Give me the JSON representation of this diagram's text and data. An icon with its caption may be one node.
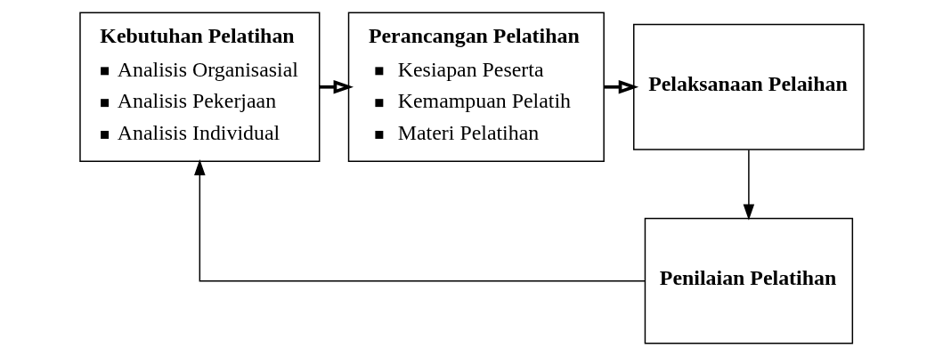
{
  "diagram": {
    "nodes": [
      {
        "text": [
          "Kebutuhan Pelatihan",
          "Analisis Organisasial",
          "Analisis Pekerjaan",
          "Analisis Individual"
        ]
      },
      {
        "text": [
          "Perancangan Pelatihan",
          "Kesiapan Peserta",
          "Kemampuan Pelatih",
          "Materi Pelatihan"
        ]
      },
      {
        "text": [
          "Pelaksanaan Pelaihan"
        ]
      },
      {
        "text": [
          "Penilaian Pelatihan"
        ]
      }
    ],
    "edges": [
      {
        "from": 0,
        "to": 1,
        "arrow": "to",
        "style": "thick"
      },
      {
        "from": 1,
        "to": 2,
        "arrow": "to",
        "style": "thick"
      },
      {
        "from": 2,
        "to": 3,
        "arrow": "to"
      },
      {
        "from": 3,
        "to": 0,
        "arrow": "to"
      }
    ]
  }
}
